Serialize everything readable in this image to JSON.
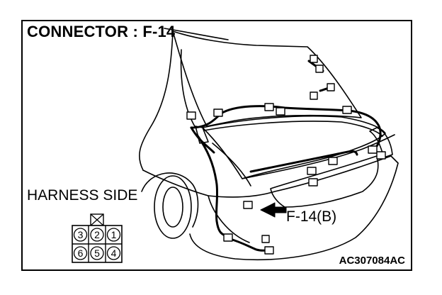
{
  "title": "CONNECTOR : F-14",
  "harness_label": "HARNESS SIDE",
  "callout_label": "F-14(B)",
  "reference_code": "AC307084AC",
  "connector_pins": {
    "top_row": [
      "3",
      "2",
      "1"
    ],
    "bottom_row": [
      "6",
      "5",
      "4"
    ]
  }
}
